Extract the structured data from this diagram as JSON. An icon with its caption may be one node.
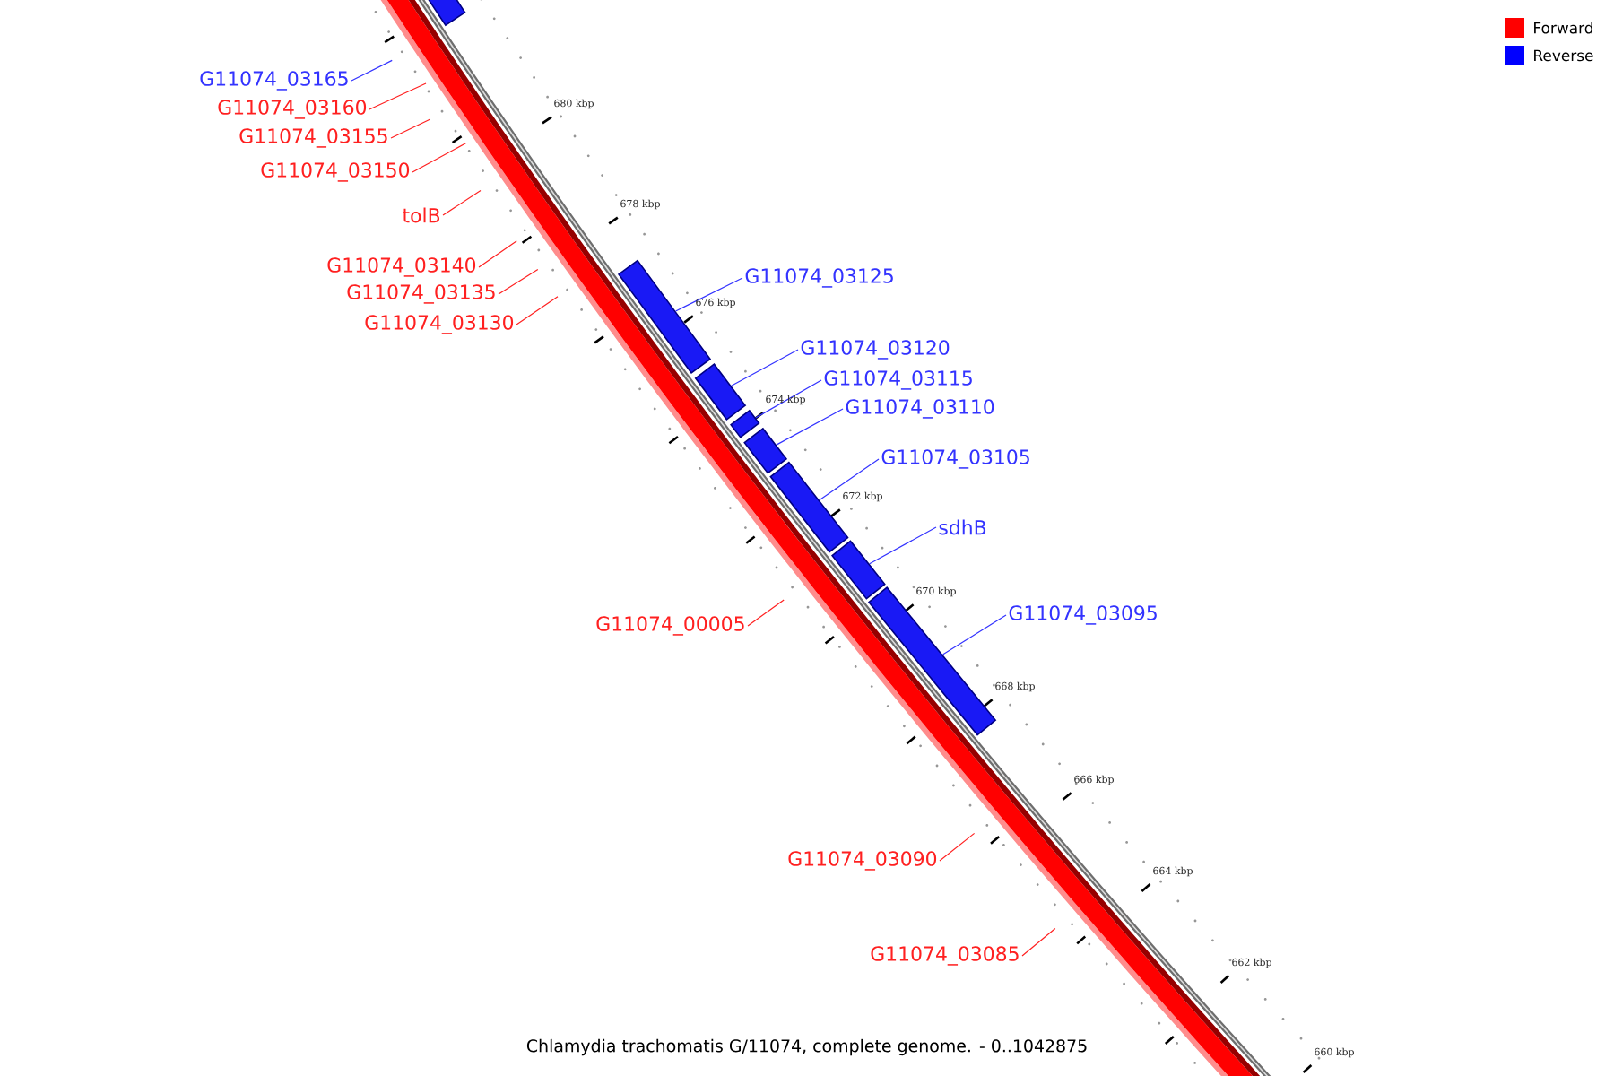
{
  "diagram": {
    "caption": "Chlamydia trachomatis G/11074, complete genome. - 0..1042875",
    "nodes": [
      {
        "text": [
          "G11074_03165"
        ]
      },
      {
        "text": [
          "G11074_03160"
        ]
      },
      {
        "text": [
          "G11074_03155"
        ]
      },
      {
        "text": [
          "G11074_03150"
        ]
      },
      {
        "text": [
          "tolB"
        ]
      },
      {
        "text": [
          "G11074_03140"
        ]
      },
      {
        "text": [
          "G11074_03125"
        ]
      },
      {
        "text": [
          "G11074_03135"
        ]
      },
      {
        "text": [
          "G11074_03130"
        ]
      },
      {
        "text": [
          "G11074_03120"
        ]
      },
      {
        "text": [
          "G11074_03115"
        ]
      },
      {
        "text": [
          "G11074_03110"
        ]
      },
      {
        "text": [
          "G11074_03105"
        ]
      },
      {
        "text": [
          "sdhB"
        ]
      },
      {
        "text": [
          "G11074_03095"
        ]
      },
      {
        "text": [
          "G11074_00005"
        ]
      },
      {
        "text": [
          "G11074_03090"
        ]
      },
      {
        "text": [
          "G11074_03085"
        ]
      },
      {
        "text": [],
        "shape": "bar"
      },
      {
        "text": [],
        "shape": "bar"
      },
      {
        "text": [],
        "shape": "bar"
      },
      {
        "text": [],
        "shape": "bar"
      },
      {
        "text": [],
        "shape": "bar"
      },
      {
        "text": [],
        "shape": "bar"
      },
      {
        "text": [],
        "shape": "bar"
      },
      {
        "text": [],
        "shape": "bar"
      }
    ],
    "edges": [
      {
        "from": 0,
        "to": null,
        "arrow": "none",
        "color": "#3333ff"
      },
      {
        "from": 1,
        "to": null,
        "arrow": "none"
      },
      {
        "from": 2,
        "to": null,
        "arrow": "none"
      },
      {
        "from": 3,
        "to": null,
        "arrow": "none"
      },
      {
        "from": 4,
        "to": null,
        "arrow": "none"
      },
      {
        "from": 5,
        "to": null,
        "arrow": "none"
      },
      {
        "from": 6,
        "to": 19,
        "arrow": "none",
        "color": "#3333ff"
      },
      {
        "from": 7,
        "to": null,
        "arrow": "none"
      },
      {
        "from": 8,
        "to": null,
        "arrow": "none"
      },
      {
        "from": 9,
        "to": 20,
        "arrow": "none",
        "color": "#3333ff"
      },
      {
        "from": 10,
        "to": 21,
        "arrow": "none",
        "color": "#3333ff"
      },
      {
        "from": 11,
        "to": 22,
        "arrow": "none",
        "color": "#3333ff"
      },
      {
        "from": 12,
        "to": 23,
        "arrow": "none",
        "color": "#3333ff"
      },
      {
        "from": 13,
        "to": 24,
        "arrow": "none",
        "color": "#3333ff"
      },
      {
        "from": 14,
        "to": 25,
        "arrow": "none",
        "color": "#3333ff"
      },
      {
        "from": 15,
        "to": null,
        "arrow": "none"
      },
      {
        "from": 16,
        "to": null,
        "arrow": "none"
      },
      {
        "from": 17,
        "to": null,
        "arrow": "none"
      }
    ],
    "labels": [
      "680 kbp",
      "678 kbp",
      "676 kbp",
      "674 kbp",
      "672 kbp",
      "670 kbp",
      "668 kbp",
      "666 kbp",
      "664 kbp",
      "662 kbp",
      "660 kbp"
    ],
    "legend": [
      {
        "text": "Forward",
        "color": "#ff0000"
      },
      {
        "text": "Reverse",
        "color": "#0000ff"
      }
    ]
  }
}
